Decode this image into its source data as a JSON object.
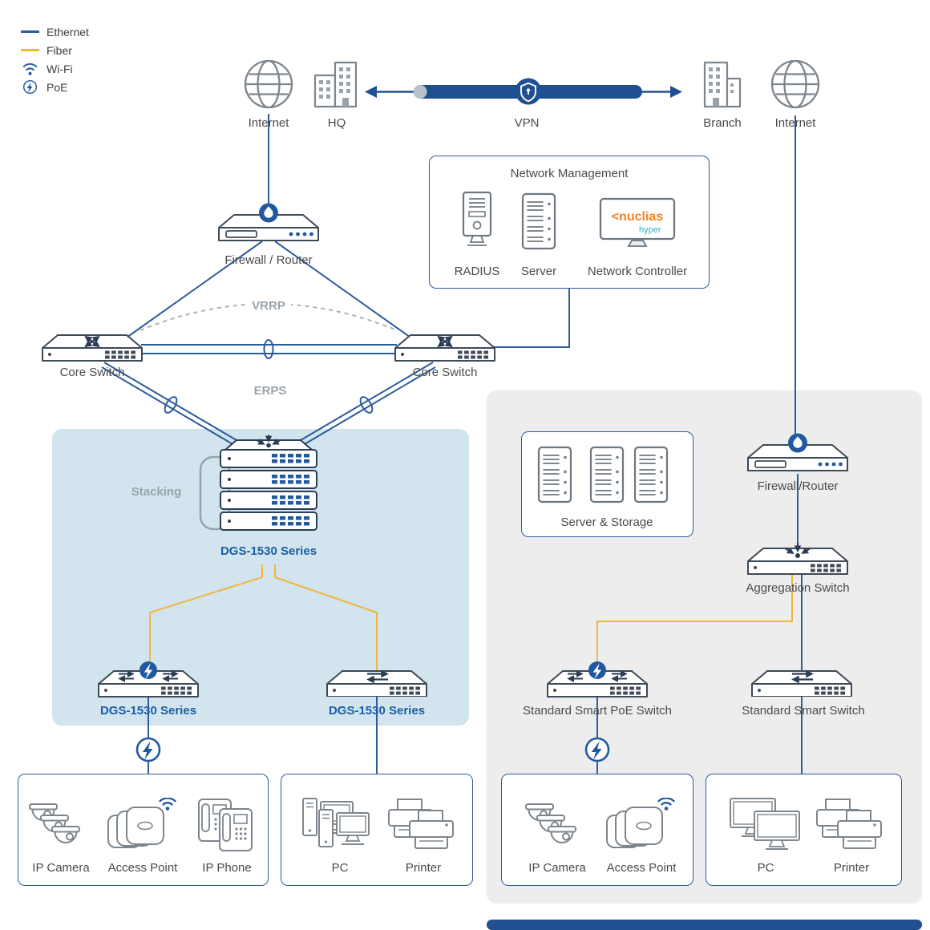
{
  "legend": {
    "items": [
      {
        "label": "Ethernet"
      },
      {
        "label": "Fiber"
      },
      {
        "label": "Wi-Fi"
      },
      {
        "label": "PoE"
      }
    ]
  },
  "top": {
    "internet_left": "Internet",
    "hq": "HQ",
    "vpn": "VPN",
    "branch": "Branch",
    "internet_right": "Internet"
  },
  "network_management": {
    "title": "Network Management",
    "radius": "RADIUS",
    "server": "Server",
    "controller": "Network Controller",
    "logo_bracket": "<",
    "logo_name": "nuclias",
    "logo_sub": "hyper"
  },
  "hq_site": {
    "firewall": "Firewall / Router",
    "core_left": "Core Switch",
    "core_right": "Core Switch",
    "vrrp": "VRRP",
    "erps": "ERPS",
    "stacking": "Stacking",
    "stack_label": "DGS-1530 Series",
    "poe_switch_label": "DGS-1530 Series",
    "switch_label": "DGS-1530 Series",
    "ep_camera": "IP Camera",
    "ep_ap": "Access Point",
    "ep_phone": "IP Phone",
    "ep_pc": "PC",
    "ep_printer": "Printer"
  },
  "branch_site": {
    "server_storage": "Server & Storage",
    "firewall": "Firewall/Router",
    "aggregation": "Aggregation Switch",
    "poe_switch": "Standard Smart PoE Switch",
    "switch": "Standard Smart Switch",
    "ep_camera": "IP Camera",
    "ep_ap": "Access Point",
    "ep_pc": "PC",
    "ep_printer": "Printer"
  },
  "colors": {
    "ethernet": "#2b5c9c",
    "fiber": "#f0b73f",
    "accent_blue": "#2159a0",
    "vpn_bar": "#20508f",
    "label_blue": "#1b5ea6"
  }
}
